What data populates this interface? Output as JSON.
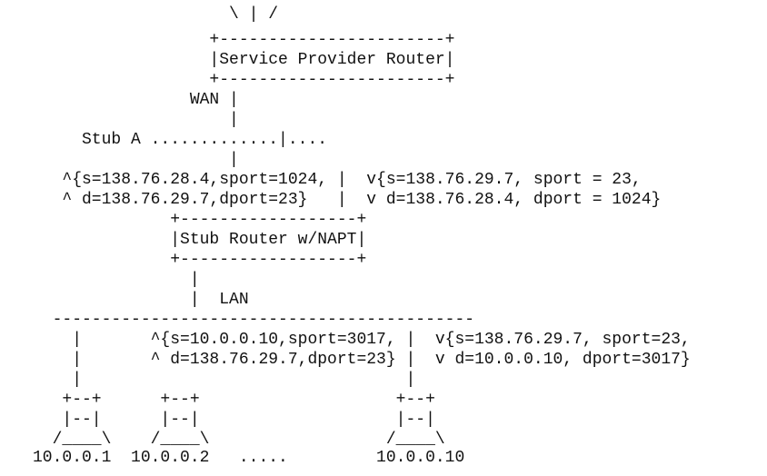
{
  "figure": {
    "lines": [
      "                    \\ | /",
      "                  +-----------------------+",
      "                  |Service Provider Router|",
      "                  +-----------------------+",
      "                WAN |",
      "                    |",
      "     Stub A .............|....",
      "                    |",
      "   ^{s=138.76.28.4,sport=1024, |  v{s=138.76.29.7, sport = 23,",
      "   ^ d=138.76.29.7,dport=23}   |  v d=138.76.28.4, dport = 1024}",
      "              +------------------+",
      "              |Stub Router w/NAPT|",
      "              +------------------+",
      "                |",
      "                |  LAN",
      "  -------------------------------------------",
      "    |       ^{s=10.0.0.10,sport=3017, |  v{s=138.76.29.7, sport=23,",
      "    |       ^ d=138.76.29.7,dport=23} |  v d=10.0.0.10, dport=3017}",
      "    |                                 |",
      "   +--+      +--+                    +--+",
      "   |--|      |--|                    |--|",
      "  /____\\    /____\\                  /____\\",
      "10.0.0.1  10.0.0.2   .....         10.0.0.10"
    ]
  }
}
